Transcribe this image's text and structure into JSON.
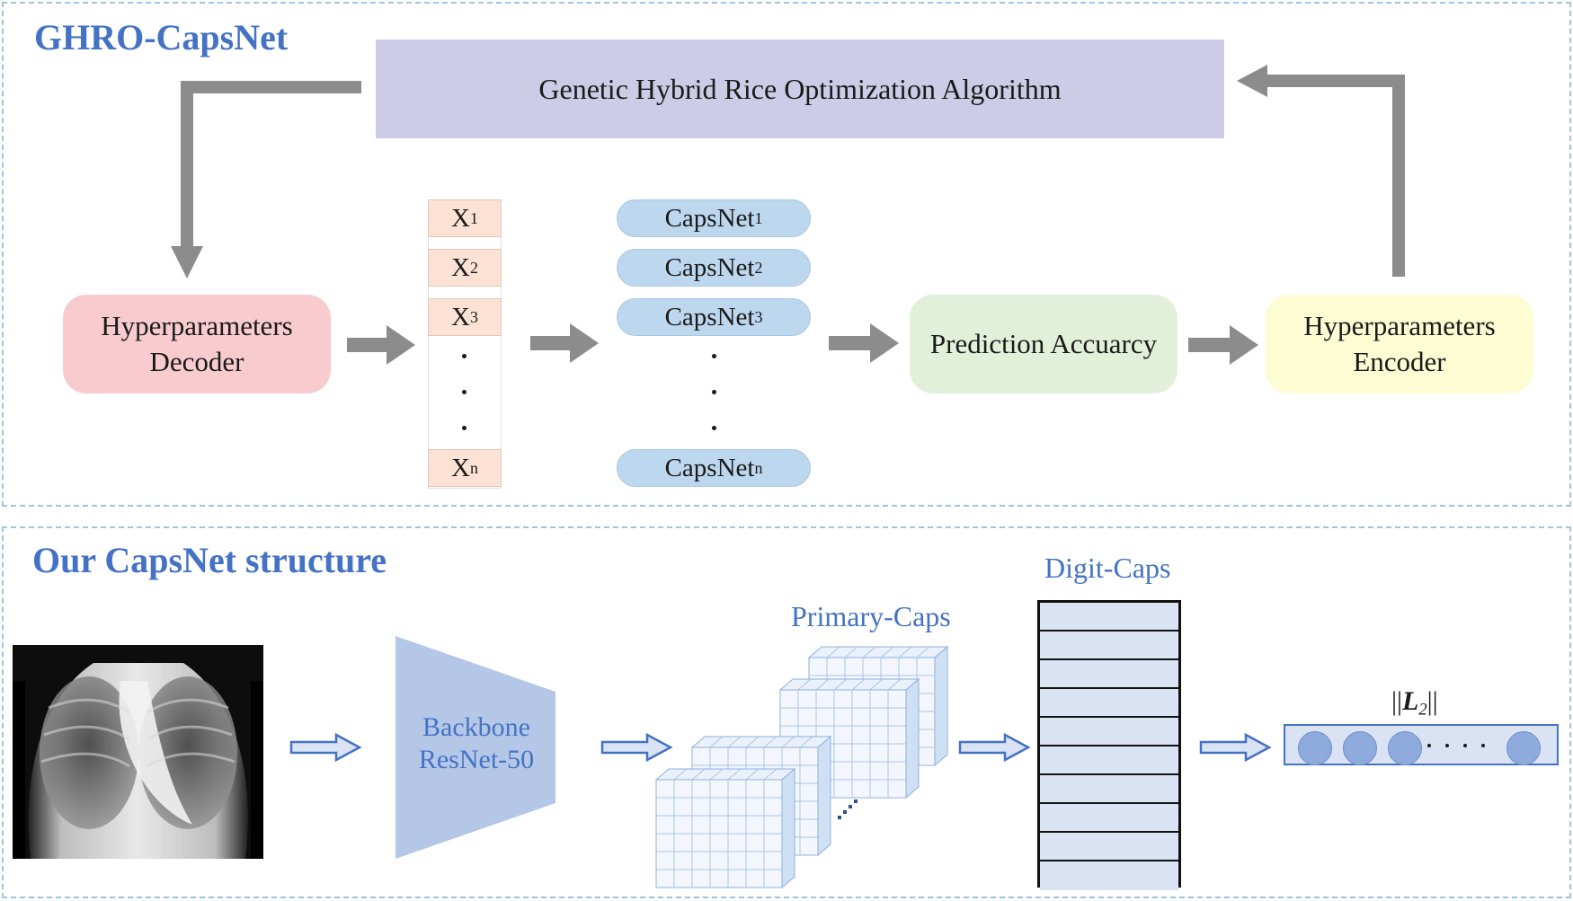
{
  "top_panel": {
    "title": "GHRO-CapsNet",
    "algorithm_box": "Genetic Hybrid Rice Optimization Algorithm",
    "decoder_line1": "Hyperparameters",
    "decoder_line2": "Decoder",
    "x_items": [
      "X",
      "X",
      "X",
      "X"
    ],
    "x_subs": [
      "1",
      "2",
      "3",
      "n"
    ],
    "caps_items": [
      "CapsNet",
      "CapsNet",
      "CapsNet",
      "CapsNet"
    ],
    "caps_subs": [
      "1",
      "2",
      "3",
      "n"
    ],
    "prediction_box": "Prediction Accuarcy",
    "encoder_line1": "Hyperparameters",
    "encoder_line2": "Encoder"
  },
  "bottom_panel": {
    "title": "Our CapsNet structure",
    "backbone_line1": "Backbone",
    "backbone_line2": "ResNet-50",
    "primary_caps_label": "Primary-Caps",
    "digit_caps_label": "Digit-Caps",
    "norm_label_prefix": "||",
    "norm_label_var": "L",
    "norm_label_sub": "2",
    "norm_label_suffix": "||"
  },
  "colors": {
    "panel_border": "#9dc3e6",
    "title_blue": "#4472c4",
    "algorithm_fill": "#cdcbe6",
    "decoder_fill": "#f8cbcf",
    "x_fill": "#fbe2d5",
    "capsnet_fill": "#bdd7ee",
    "prediction_fill": "#e2f0d9",
    "encoder_fill": "#fefcd2",
    "arrow_gray": "#8c8c8c",
    "backbone_fill": "#b4c7e7"
  }
}
